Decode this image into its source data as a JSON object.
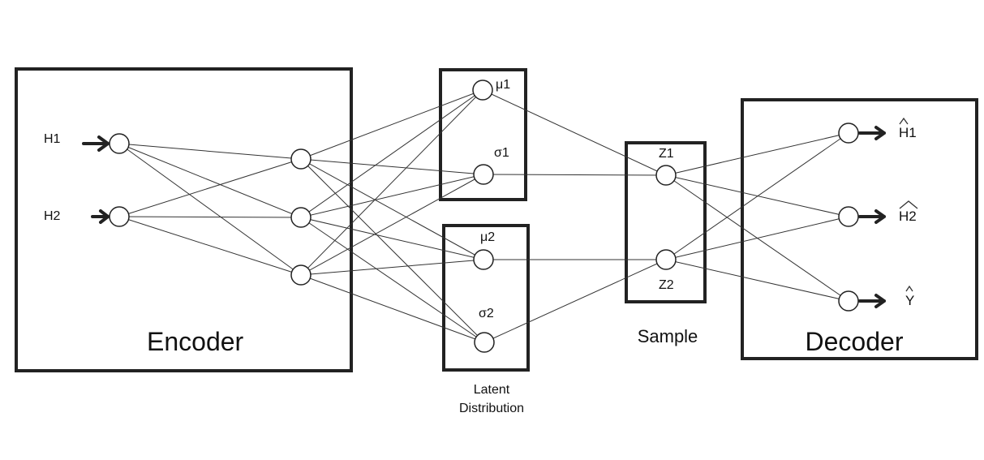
{
  "encoder": {
    "title": "Encoder",
    "inputs": [
      "H1",
      "H2"
    ]
  },
  "latent": {
    "title_line1": "Latent",
    "title_line2": "Distribution",
    "mu1": "μ1",
    "sigma1": "σ1",
    "mu2": "μ2",
    "sigma2": "σ2"
  },
  "sample": {
    "title": "Sample",
    "z1": "Z1",
    "z2": "Z2"
  },
  "decoder": {
    "title": "Decoder",
    "outputs": [
      "H1",
      "H2",
      "Y"
    ]
  }
}
